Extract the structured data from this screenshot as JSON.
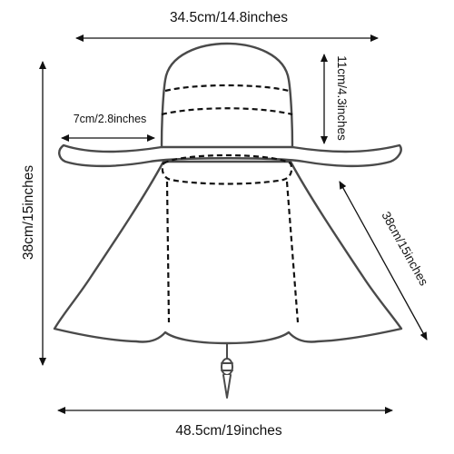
{
  "diagram": {
    "subject": "sun hat with neck flap and chin cord",
    "colors": {
      "outline": "#4a4a4a",
      "fill": "#ffffff",
      "dash": "#111111",
      "arrow": "#111111",
      "text": "#111111"
    },
    "dimensions": {
      "top_width": "34.5cm/14.8inches",
      "crown_height": "11cm/4.3inches",
      "brim_width": "7cm/2.8inches",
      "total_height": "38cm/15inches",
      "flap_length": "38cm/15inches",
      "bottom_width": "48.5cm/19inches"
    }
  }
}
